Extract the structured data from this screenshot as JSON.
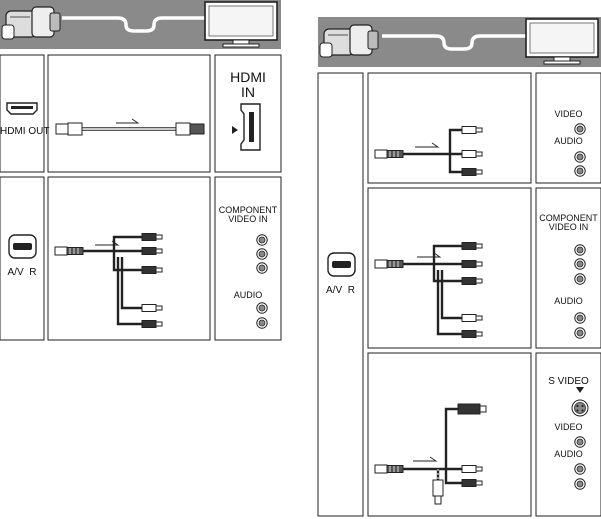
{
  "left_panel": {
    "hdmi_row": {
      "jack_label": "HDMI OUT",
      "tv_label": "HDMI\nIN"
    },
    "component_row": {
      "jack_label": "A/V  R",
      "tv_component_label": "COMPONENT\nVIDEO IN",
      "tv_audio_label": "AUDIO"
    }
  },
  "right_panel": {
    "jack_label": "A/V  R",
    "composite_row": {
      "video_label": "VIDEO",
      "audio_label": "AUDIO"
    },
    "component_row": {
      "component_label": "COMPONENT\nVIDEO IN",
      "audio_label": "AUDIO"
    },
    "svideo_row": {
      "svideo_label": "S VIDEO",
      "video_label": "VIDEO",
      "audio_label": "AUDIO"
    }
  },
  "colors": {
    "header_band": "#8a8a8a",
    "line": "#222222",
    "plug_red": "#c0392b",
    "plug_white": "#f4f4f4",
    "plug_yellow": "#e8c91a"
  },
  "icons": [
    "camcorder-icon",
    "tv-monitor-icon",
    "hdmi-port-icon",
    "av-remote-port-icon",
    "rca-jack-icon",
    "svideo-jack-icon",
    "cable-direction-arrow-icon"
  ]
}
